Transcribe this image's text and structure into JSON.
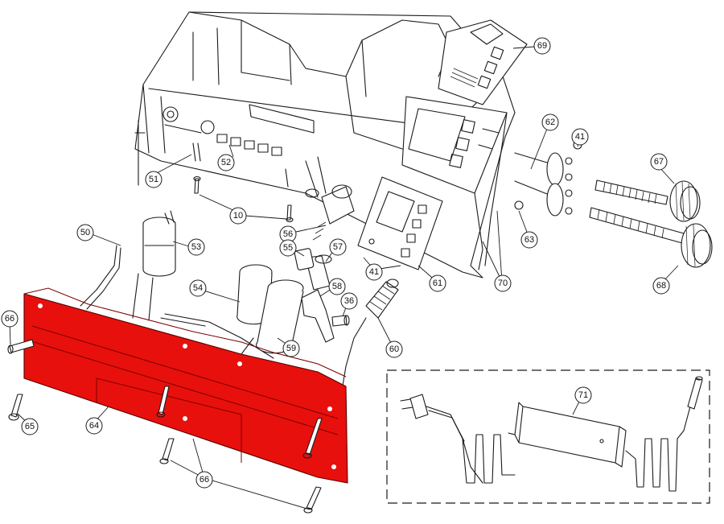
{
  "figure": {
    "highlight_color": "#e8100c",
    "line_color": "#1a1a1a",
    "background": "#ffffff"
  },
  "callouts": {
    "p10": "10",
    "p36": "36",
    "p41a": "41",
    "p41b": "41",
    "p50": "50",
    "p51": "51",
    "p52": "52",
    "p53": "53",
    "p54": "54",
    "p55": "55",
    "p56": "56",
    "p57": "57",
    "p58": "58",
    "p59": "59",
    "p60": "60",
    "p61": "61",
    "p62": "62",
    "p63": "63",
    "p64": "64",
    "p65": "65",
    "p66a": "66",
    "p66b": "66",
    "p67": "67",
    "p68": "68",
    "p69": "69",
    "p70": "70",
    "p71": "71"
  }
}
